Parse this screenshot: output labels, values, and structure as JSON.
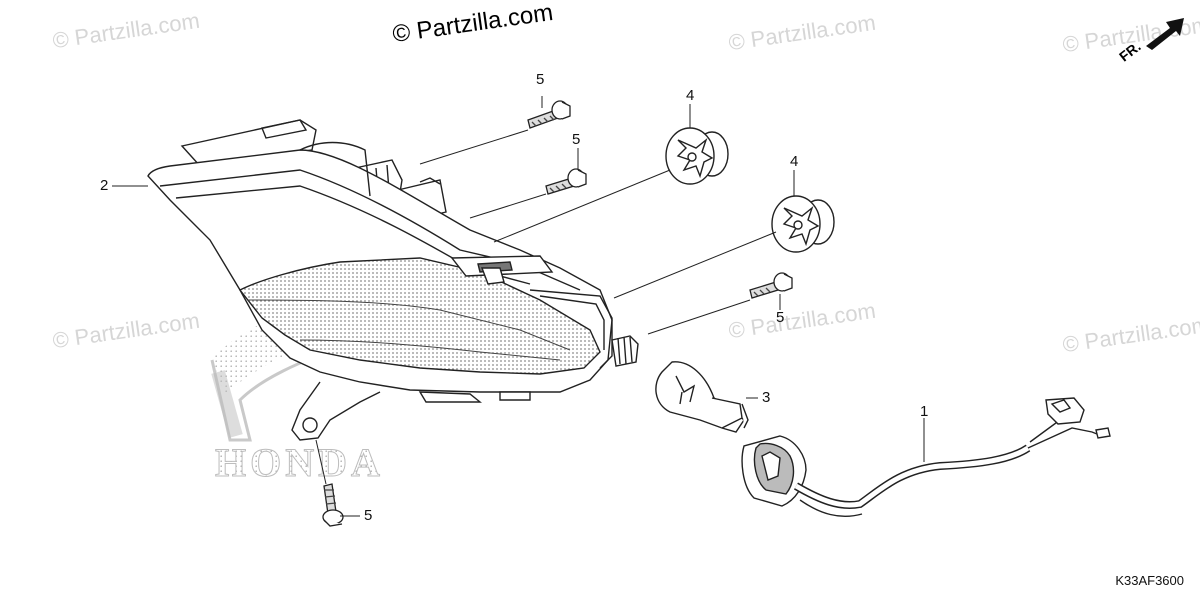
{
  "watermark": {
    "text": "© Partzilla.com",
    "header_text": "© Partzilla.com"
  },
  "brand": {
    "logo_text": "HONDA"
  },
  "direction_indicator": {
    "label": "FR."
  },
  "diagram_code": "K33AF3600",
  "callouts": {
    "part1": "1",
    "part2": "2",
    "part3": "3",
    "part4a": "4",
    "part4b": "4",
    "part5a": "5",
    "part5b": "5",
    "part5c": "5",
    "part5d": "5"
  },
  "colors": {
    "line": "#222222",
    "watermark": "#d6d6d6",
    "background": "#ffffff"
  }
}
